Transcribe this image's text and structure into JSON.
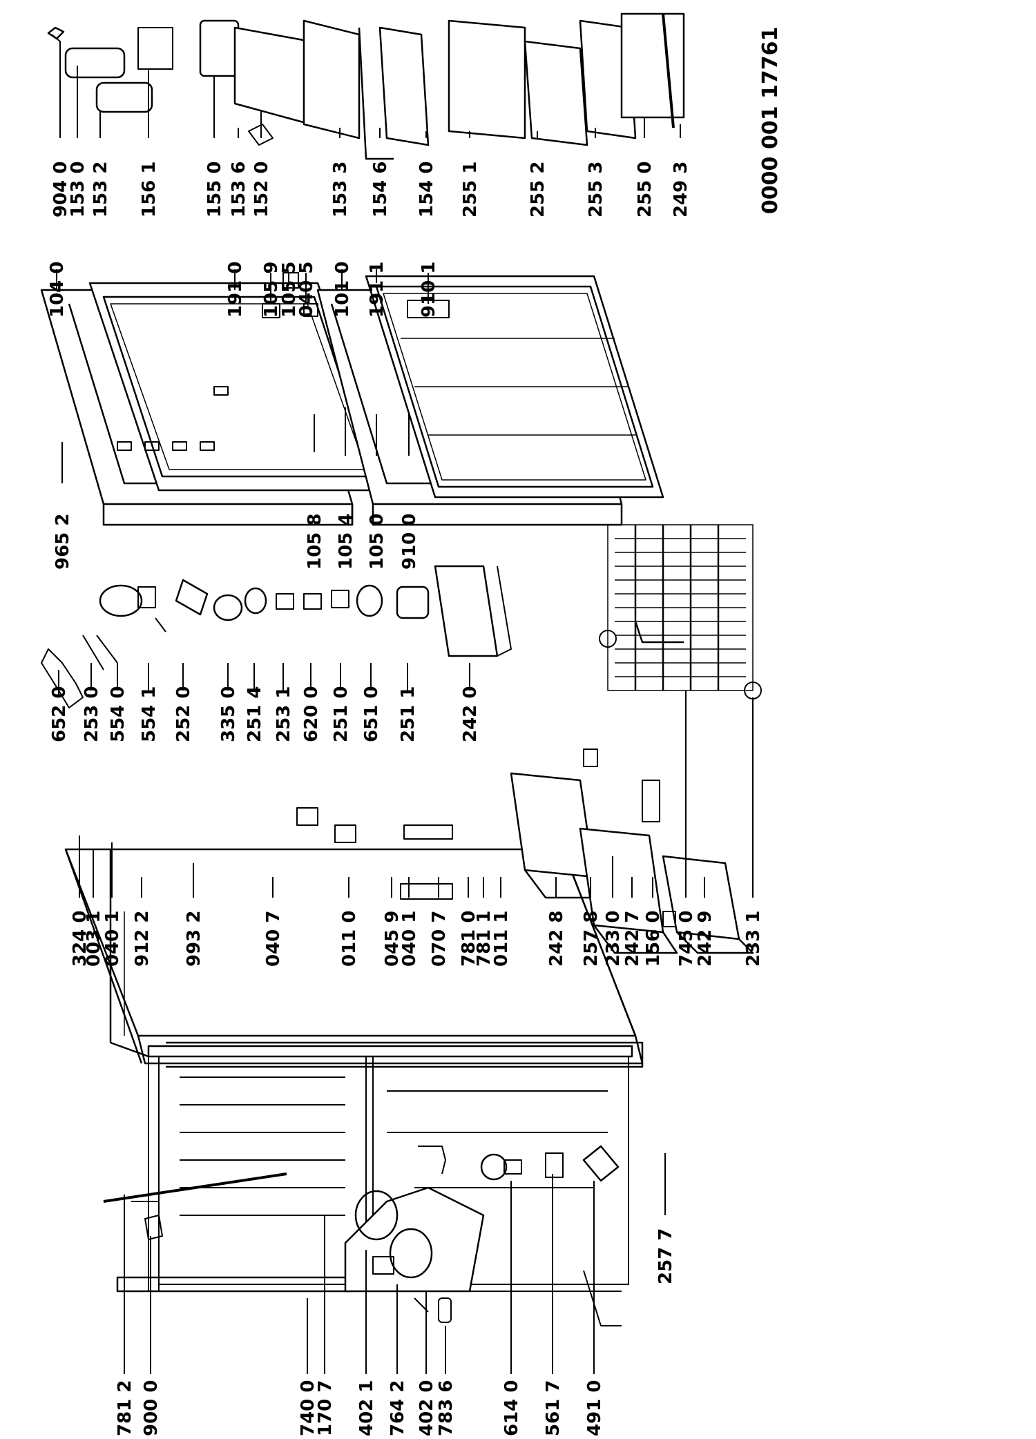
{
  "document_code": "0000 001 17761",
  "labels": {
    "p9040": "904 0",
    "p1530": "153 0",
    "p1532": "153 2",
    "p1561": "156 1",
    "p1550": "155 0",
    "p1536": "153 6",
    "p1520": "152 0",
    "p1533": "153 3",
    "p1546": "154 6",
    "p1540": "154 0",
    "p2551": "255 1",
    "p2552": "255 2",
    "p2553": "255 3",
    "p2550": "255 0",
    "p2493": "249 3",
    "p1040": "104 0",
    "p1910": "191 0",
    "p1059": "105 9",
    "p1055": "105 5",
    "p0405": "040 5",
    "p1010": "101 0",
    "p1911": "191 1",
    "p9101": "910 1",
    "p9652": "965 2",
    "p1058": "105 8",
    "p1054": "105 4",
    "p1050": "105 0",
    "p9100": "910 0",
    "p6520": "652 0",
    "p2530": "253 0",
    "p5540": "554 0",
    "p5541": "554 1",
    "p2520": "252 0",
    "p3350": "335 0",
    "p2514": "251 4",
    "p2531": "253 1",
    "p6200": "620 0",
    "p2510": "251 0",
    "p6510": "651 0",
    "p2511": "251 1",
    "p2420": "242 0",
    "p3240": "324 0",
    "p0031": "003 1",
    "p0401a": "040 1",
    "p9122": "912 2",
    "p9932": "993 2",
    "p0407": "040 7",
    "p0110": "011 0",
    "p0459": "045 9",
    "p0401b": "040 1",
    "p0707": "070 7",
    "p7810": "781 0",
    "p7811": "781 1",
    "p0111": "011 1",
    "p2428": "242 8",
    "p2578": "257 8",
    "p2330": "233 0",
    "p2427": "242 7",
    "p1560": "156 0",
    "p7450": "745 0",
    "p2429": "242 9",
    "p2331": "233 1",
    "p2577": "257 7",
    "p7812": "781 2",
    "p9000": "900 0",
    "p7400": "740 0",
    "p1707": "170 7",
    "p4021": "402 1",
    "p7642": "764 2",
    "p4020": "402 0",
    "p7836": "783 6",
    "p6140": "614 0",
    "p5617": "561 7",
    "p4910": "491 0"
  }
}
